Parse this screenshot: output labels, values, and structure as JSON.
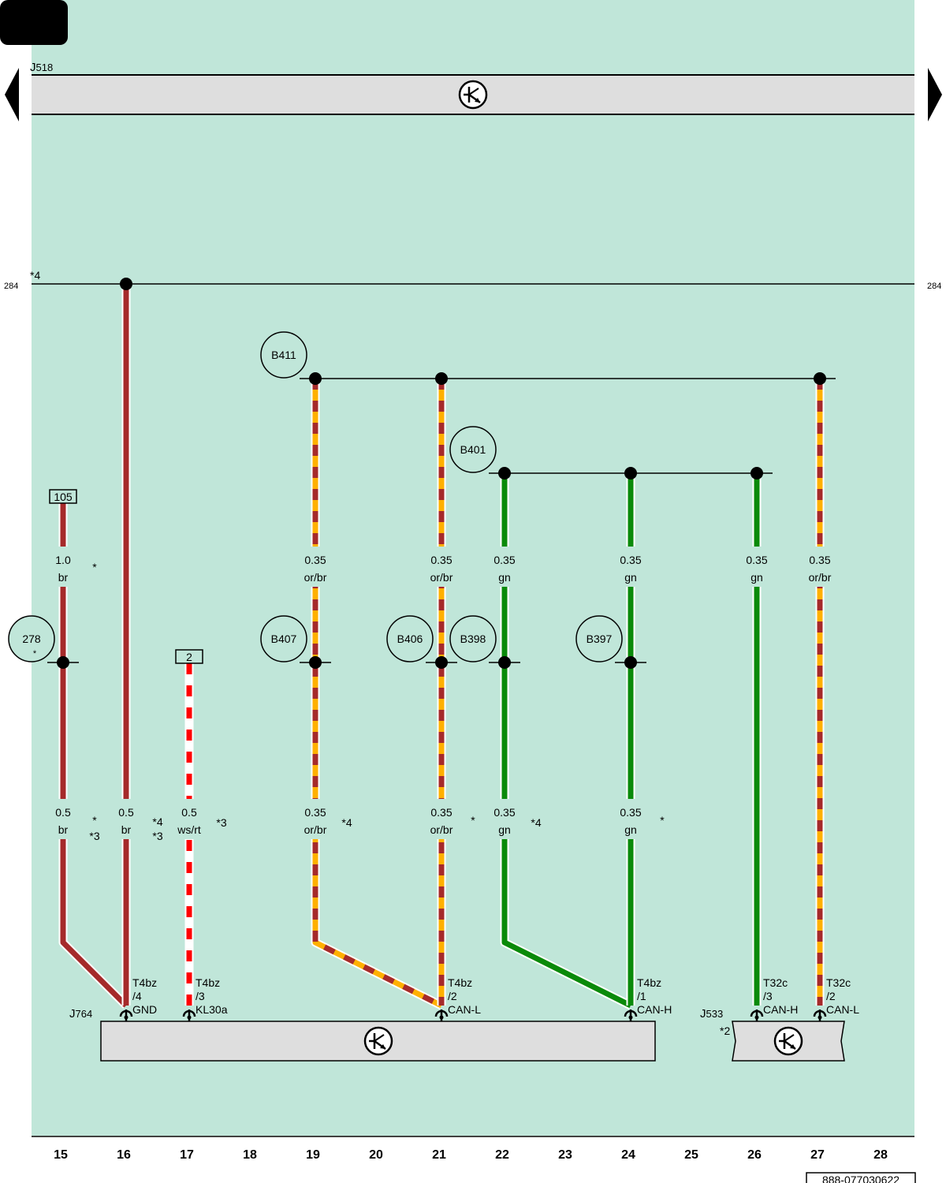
{
  "page": {
    "doc_number": "888-077030622",
    "ref_left": "284",
    "ref_right": "284",
    "ref_line_note": "*4"
  },
  "colors": {
    "background": "#c0e6d9",
    "br": "#a52a2a",
    "or": "#ffb000",
    "gn": "#0a8a0a",
    "rt": "#ff0000",
    "ws": "#ffffff",
    "component": "#dedede"
  },
  "components": [
    {
      "id": "J518",
      "label": "J518",
      "icon": "control-unit-icon"
    },
    {
      "id": "J764",
      "label": "J764",
      "icon": "control-unit-icon"
    },
    {
      "id": "J533",
      "label": "J533",
      "note": "*2",
      "icon": "control-unit-icon"
    }
  ],
  "columns": [
    "15",
    "16",
    "17",
    "18",
    "19",
    "20",
    "21",
    "22",
    "23",
    "24",
    "25",
    "26",
    "27",
    "28"
  ],
  "boxes": [
    {
      "id": "box-105",
      "label": "105"
    },
    {
      "id": "box-2",
      "label": "2"
    }
  ],
  "circles": [
    {
      "id": "B411",
      "label": "B411"
    },
    {
      "id": "B401",
      "label": "B401"
    },
    {
      "id": "278",
      "label": "278",
      "note": "*"
    },
    {
      "id": "B407",
      "label": "B407"
    },
    {
      "id": "B406",
      "label": "B406"
    },
    {
      "id": "B398",
      "label": "B398"
    },
    {
      "id": "B397",
      "label": "B397"
    }
  ],
  "wire_labels": [
    {
      "id": "w15-top-size",
      "text": "1.0"
    },
    {
      "id": "w15-top-color",
      "text": "br"
    },
    {
      "id": "w15-top-note",
      "text": "*"
    },
    {
      "id": "w19-top-size",
      "text": "0.35"
    },
    {
      "id": "w19-top-color",
      "text": "or/br"
    },
    {
      "id": "w21-top-size",
      "text": "0.35"
    },
    {
      "id": "w21-top-color",
      "text": "or/br"
    },
    {
      "id": "w22-top-size",
      "text": "0.35"
    },
    {
      "id": "w22-top-color",
      "text": "gn"
    },
    {
      "id": "w24-top-size",
      "text": "0.35"
    },
    {
      "id": "w24-top-color",
      "text": "gn"
    },
    {
      "id": "w26-top-size",
      "text": "0.35"
    },
    {
      "id": "w26-top-color",
      "text": "gn"
    },
    {
      "id": "w27-top-size",
      "text": "0.35"
    },
    {
      "id": "w27-top-color",
      "text": "or/br"
    },
    {
      "id": "w15-bot-size",
      "text": "0.5"
    },
    {
      "id": "w15-bot-color",
      "text": "br"
    },
    {
      "id": "w15-bot-note1",
      "text": "*"
    },
    {
      "id": "w15-bot-note2",
      "text": "*3"
    },
    {
      "id": "w16-bot-size",
      "text": "0.5"
    },
    {
      "id": "w16-bot-color",
      "text": "br"
    },
    {
      "id": "w16-bot-note1",
      "text": "*4"
    },
    {
      "id": "w16-bot-note2",
      "text": "*3"
    },
    {
      "id": "w17-bot-size",
      "text": "0.5"
    },
    {
      "id": "w17-bot-color",
      "text": "ws/rt"
    },
    {
      "id": "w17-bot-note",
      "text": "*3"
    },
    {
      "id": "w19-bot-size",
      "text": "0.35"
    },
    {
      "id": "w19-bot-color",
      "text": "or/br"
    },
    {
      "id": "w19-bot-note",
      "text": "*4"
    },
    {
      "id": "w21-bot-size",
      "text": "0.35"
    },
    {
      "id": "w21-bot-color",
      "text": "or/br"
    },
    {
      "id": "w21-bot-note",
      "text": "*"
    },
    {
      "id": "w22-bot-size",
      "text": "0.35"
    },
    {
      "id": "w22-bot-color",
      "text": "gn"
    },
    {
      "id": "w22-bot-note",
      "text": "*4"
    },
    {
      "id": "w24-bot-size",
      "text": "0.35"
    },
    {
      "id": "w24-bot-color",
      "text": "gn"
    },
    {
      "id": "w24-bot-note",
      "text": "*"
    }
  ],
  "connectors": [
    {
      "id": "c16",
      "conn": "T4bz",
      "pin": "/4",
      "signal": "GND"
    },
    {
      "id": "c17",
      "conn": "T4bz",
      "pin": "/3",
      "signal": "KL30a"
    },
    {
      "id": "c21",
      "conn": "T4bz",
      "pin": "/2",
      "signal": "CAN-L"
    },
    {
      "id": "c24",
      "conn": "T4bz",
      "pin": "/1",
      "signal": "CAN-H"
    },
    {
      "id": "c26",
      "conn": "T32c",
      "pin": "/3",
      "signal": "CAN-H"
    },
    {
      "id": "c27",
      "conn": "T32c",
      "pin": "/2",
      "signal": "CAN-L"
    }
  ]
}
